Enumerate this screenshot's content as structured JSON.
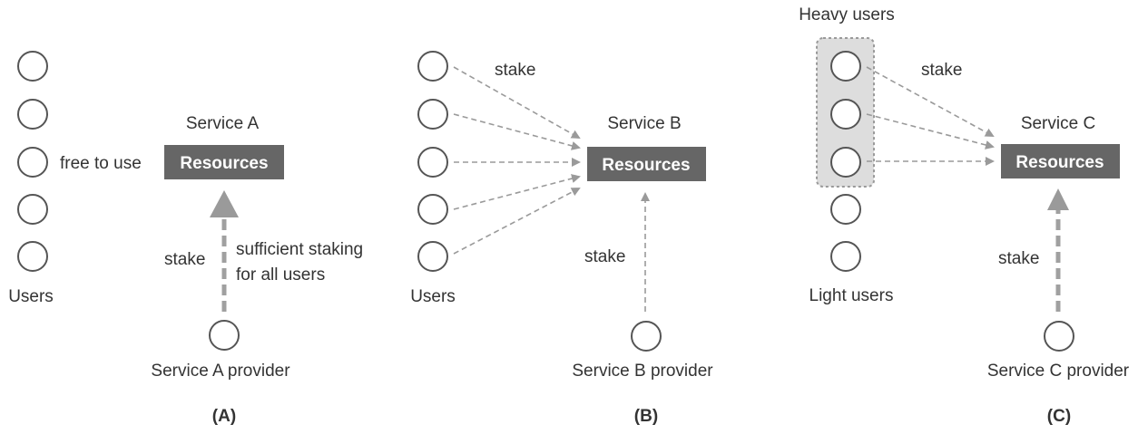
{
  "panel_a": {
    "users_label": "Users",
    "free_label": "free to use",
    "service_title": "Service A",
    "resources_label": "Resources",
    "stake_label": "stake",
    "sufficient_line1": "sufficient staking",
    "sufficient_line2": "for all users",
    "provider_label": "Service A provider",
    "caption": "(A)"
  },
  "panel_b": {
    "users_label": "Users",
    "stake_top_label": "stake",
    "service_title": "Service B",
    "resources_label": "Resources",
    "stake_label": "stake",
    "provider_label": "Service B provider",
    "caption": "(B)"
  },
  "panel_c": {
    "heavy_label": "Heavy users",
    "light_label": "Light users",
    "stake_top_label": "stake",
    "service_title": "Service C",
    "resources_label": "Resources",
    "stake_label": "stake",
    "provider_label": "Service C provider",
    "caption": "(C)"
  },
  "colors": {
    "resource_box": "#666666",
    "arrow": "#9a9a9a",
    "heavy_group_fill": "#dddddd"
  }
}
